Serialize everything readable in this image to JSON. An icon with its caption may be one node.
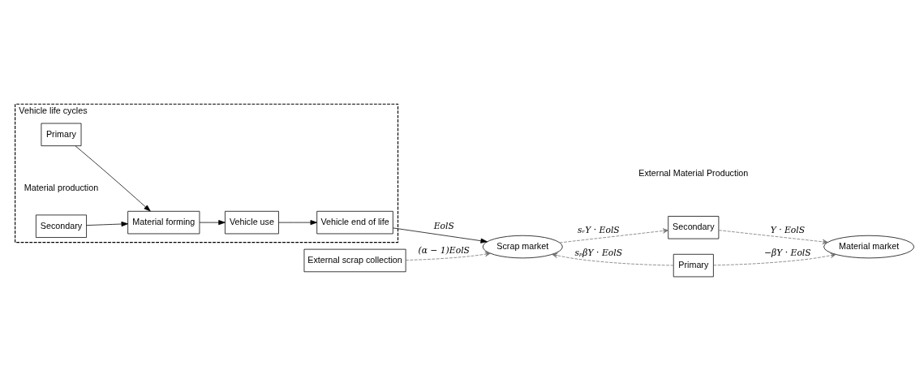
{
  "diagram": {
    "nodes": [
      {
        "text": [
          "Vehicle life cycles"
        ]
      },
      {
        "text": [
          "Primary"
        ],
        "in": 0
      },
      {
        "text": [
          "Secondary"
        ],
        "in": 0
      },
      {
        "text": [
          "Material forming"
        ],
        "in": 0
      },
      {
        "text": [
          "Vehicle use"
        ],
        "in": 0
      },
      {
        "text": [
          "Vehicle end of life"
        ],
        "in": 0
      },
      {
        "text": [
          "Scrap market"
        ]
      },
      {
        "text": [
          "Secondary"
        ]
      },
      {
        "text": [
          "Material market"
        ]
      },
      {
        "text": [
          "External scrap collection"
        ]
      },
      {
        "text": [
          "Primary"
        ]
      }
    ],
    "edges": [
      {
        "from": 1,
        "to": 3,
        "arrow": "to"
      },
      {
        "from": 2,
        "to": 3,
        "arrow": "to"
      },
      {
        "from": 3,
        "to": 4,
        "arrow": "to"
      },
      {
        "from": 4,
        "to": 5,
        "arrow": "to"
      },
      {
        "from": 5,
        "to": 6,
        "arrow": "to",
        "label": "EolS"
      },
      {
        "from": 6,
        "to": 7,
        "arrow": "to",
        "label": "sᵣY · EolS",
        "style": "dashed",
        "color": "#707070"
      },
      {
        "from": 7,
        "to": 8,
        "arrow": "to",
        "label": "Y · EolS",
        "style": "dashed",
        "color": "#707070"
      },
      {
        "from": 9,
        "to": 6,
        "arrow": "to",
        "label": "(α − 1)EolS",
        "style": "dashed",
        "color": "#707070"
      },
      {
        "from": 10,
        "to": 6,
        "arrow": "to",
        "label": "sₚβY · EolS",
        "style": "dashed",
        "color": "#707070"
      },
      {
        "from": 10,
        "to": 8,
        "arrow": "to",
        "label": "−βY · EolS",
        "style": "dashed",
        "color": "#707070"
      }
    ],
    "labels": [
      "Material production",
      "External Material Production"
    ]
  }
}
